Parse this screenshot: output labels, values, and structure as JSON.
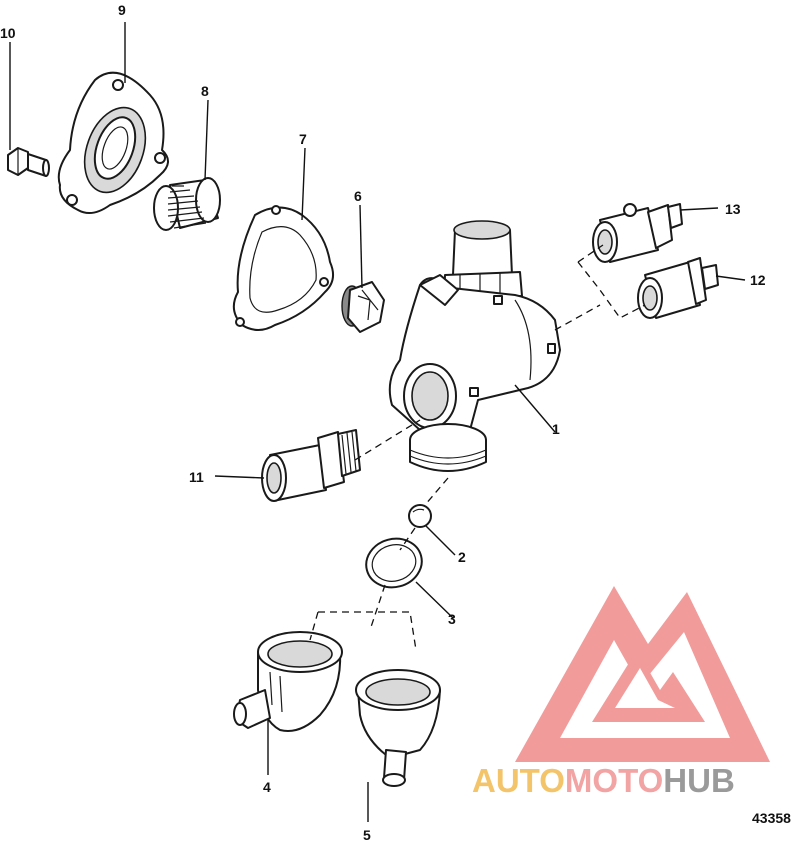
{
  "figure": {
    "number": "43358"
  },
  "callouts": [
    {
      "id": "1",
      "label": "1"
    },
    {
      "id": "2",
      "label": "2"
    },
    {
      "id": "3",
      "label": "3"
    },
    {
      "id": "4",
      "label": "4"
    },
    {
      "id": "5",
      "label": "5"
    },
    {
      "id": "6",
      "label": "6"
    },
    {
      "id": "7",
      "label": "7"
    },
    {
      "id": "8",
      "label": "8"
    },
    {
      "id": "9",
      "label": "9"
    },
    {
      "id": "10",
      "label": "10"
    },
    {
      "id": "11",
      "label": "11"
    },
    {
      "id": "12",
      "label": "12"
    },
    {
      "id": "13",
      "label": "13"
    }
  ],
  "watermark": {
    "part1": "AUTO",
    "part2": "MOTO",
    "part3": "HUB",
    "colors": {
      "auto": "#f3c46a",
      "moto": "#f2a3a3",
      "hub": "#9a9a9a",
      "logo": "#f08a8a"
    }
  }
}
